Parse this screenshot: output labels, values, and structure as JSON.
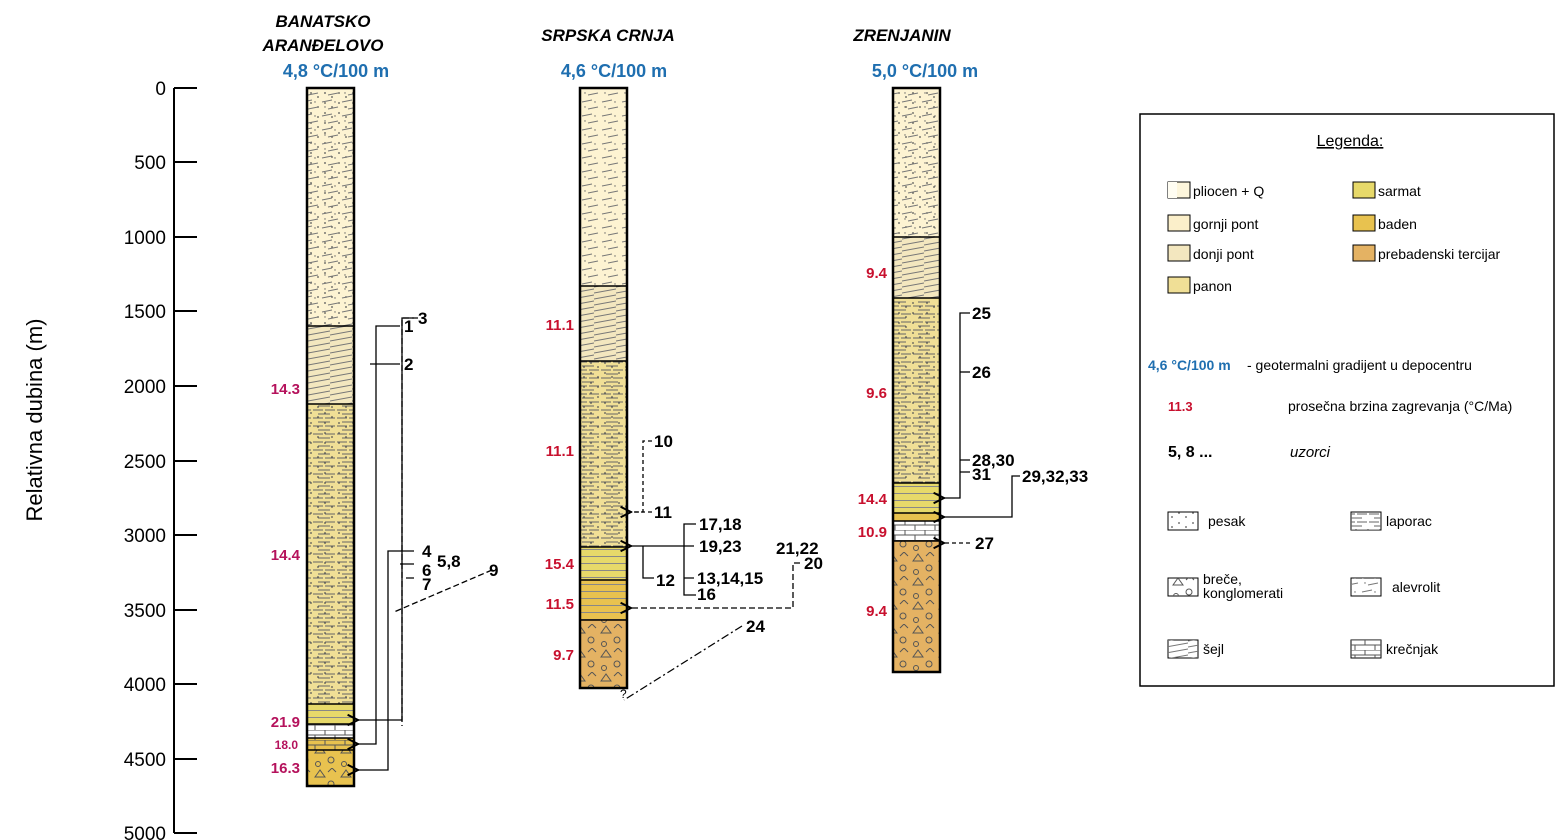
{
  "axis": {
    "title": "Relativna dubina (m)",
    "ticks": [
      "0",
      "500",
      "1000",
      "1500",
      "2000",
      "2500",
      "3000",
      "3500",
      "4000",
      "4500",
      "5000"
    ]
  },
  "wells": [
    {
      "name_line1": "BANATSKO",
      "name_line2": "ARANĐELOVO",
      "gradient": "4,8 °C/100 m",
      "rates": [
        "14.3",
        "14.4",
        "21.9",
        "18.0",
        "16.3"
      ]
    },
    {
      "name_line1": "SRPSKA CRNJA",
      "gradient": "4,6 °C/100 m",
      "rates": [
        "11.1",
        "11.1",
        "15.4",
        "11.5",
        "9.7"
      ]
    },
    {
      "name_line1": "ZRENJANIN",
      "gradient": "5,0 °C/100 m",
      "rates": [
        "9.4",
        "9.6",
        "14.4",
        "10.9",
        "9.4"
      ]
    }
  ],
  "samples": {
    "w1": [
      "1",
      "2",
      "3",
      "4",
      "6",
      "7",
      "5,8",
      "9"
    ],
    "w2": [
      "10",
      "11",
      "12",
      "17,18",
      "19,23",
      "13,14,15",
      "16",
      "21,22",
      "20",
      "24",
      "?"
    ],
    "w3": [
      "25",
      "26",
      "28,30",
      "31",
      "29,32,33",
      "27"
    ]
  },
  "legend": {
    "title": "Legenda:",
    "units": [
      "pliocen + Q",
      "gornji pont",
      "donji pont",
      "panon",
      "sarmat",
      "baden",
      "prebadenski tercijar"
    ],
    "gradient_example": "4,6 °C/100 m",
    "gradient_text": "- geotermalni gradijent u depocentru",
    "rate_example": "11.3",
    "rate_text": "prosečna brzina zagrevanja (°C/Ma)",
    "samples_example": "5, 8 ...",
    "samples_text": "uzorci",
    "lithology": [
      "pesak",
      "laporac",
      "breče,",
      "konglomerati",
      "alevrolit",
      "šejl",
      "krečnjak"
    ]
  },
  "colors": {
    "pliocen": "#fdf3d2",
    "gornji_pont": "#fbefca",
    "donji_pont": "#f3e7bf",
    "panon": "#f0df96",
    "sarmat": "#e7d96a",
    "baden": "#e8c24f",
    "prebaden": "#e4b263",
    "gradient_blue": "#1f6fb0",
    "rate_red": "#c8102e",
    "rate_magenta": "#b5125c"
  }
}
